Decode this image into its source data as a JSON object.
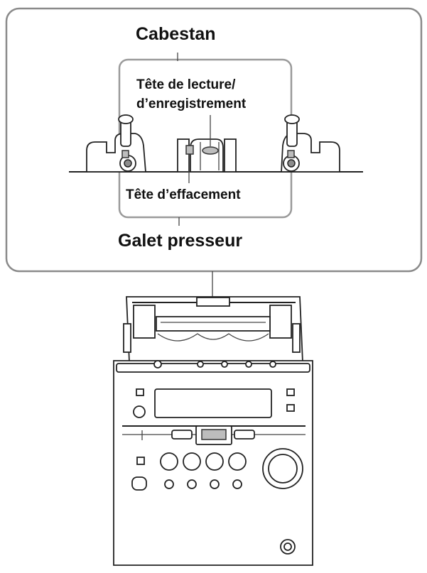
{
  "labels": {
    "capstan": "Cabestan",
    "record_head": "Tête de lecture/",
    "record_head_line2": "d’enregistrement",
    "erase_head": "Tête d’effacement",
    "pinch_roller": "Galet presseur"
  },
  "colors": {
    "outline": "#222222",
    "callout_border": "#8a8a8a",
    "shade": "#bdbdbd"
  }
}
